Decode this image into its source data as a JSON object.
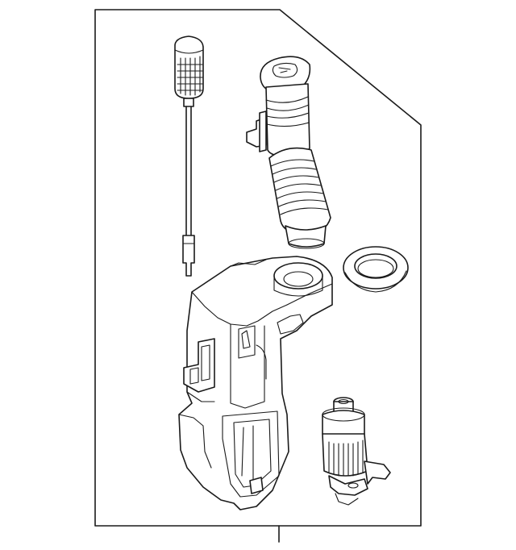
{
  "diagram": {
    "kind": "exploded parts diagram",
    "parts": [
      {
        "name": "washer-fluid-dipstick",
        "icon": "dipstick-icon"
      },
      {
        "name": "filler-neck-with-cap",
        "icon": "filler-neck-icon"
      },
      {
        "name": "grommet-seal",
        "icon": "grommet-icon"
      },
      {
        "name": "washer-fluid-reservoir",
        "icon": "reservoir-icon"
      },
      {
        "name": "washer-pump",
        "icon": "pump-icon"
      }
    ],
    "colors": {
      "line": "#1a1a1a",
      "background": "#ffffff"
    }
  }
}
